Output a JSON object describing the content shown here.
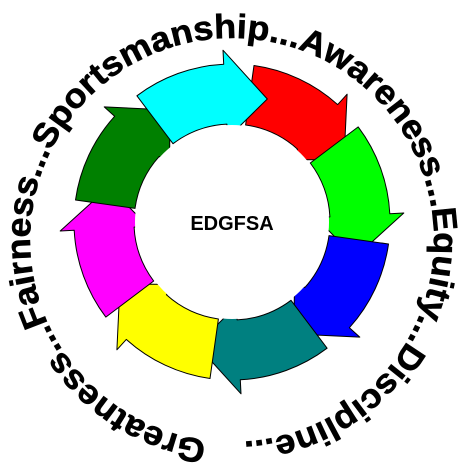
{
  "center_label": "EDGFSA",
  "ring_words": [
    "Greatness",
    "Fairness",
    "Sportsmanship",
    "Awareness",
    "Equity",
    "Discipline"
  ],
  "ring_separator": "...",
  "segments": [
    {
      "name": "red-arrow",
      "color": "#ff0000"
    },
    {
      "name": "green-arrow",
      "color": "#00ff00"
    },
    {
      "name": "blue-arrow",
      "color": "#0000ff"
    },
    {
      "name": "teal-arrow",
      "color": "#008080"
    },
    {
      "name": "yellow-arrow",
      "color": "#ffff00"
    },
    {
      "name": "magenta-arrow",
      "color": "#ff00ff"
    },
    {
      "name": "dark-green-arrow",
      "color": "#008000"
    },
    {
      "name": "cyan-arrow",
      "color": "#00ffff"
    }
  ]
}
